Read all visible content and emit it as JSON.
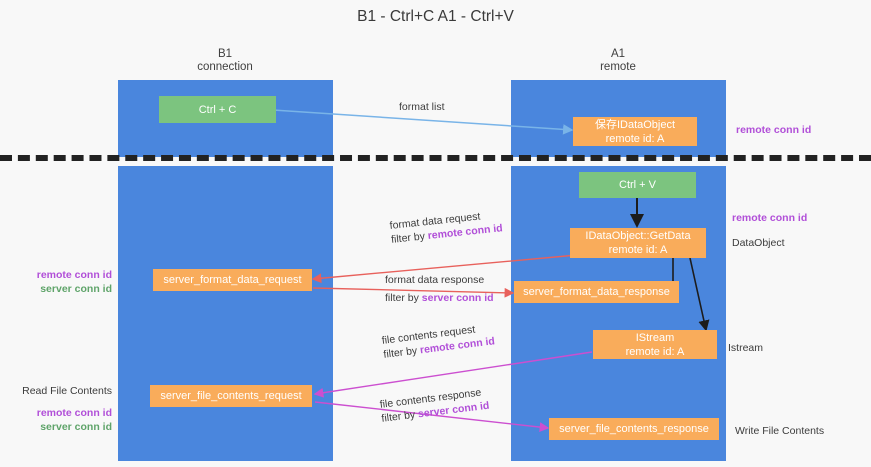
{
  "title": {
    "line1": "B1 - Ctrl+C",
    "line2": "A1 - Ctrl+V"
  },
  "columns": [
    {
      "name": "B1",
      "role": "connection"
    },
    {
      "name": "A1",
      "role": "remote"
    }
  ],
  "nodes": {
    "ctrl_c": {
      "line1": "Ctrl + C",
      "line2": "",
      "color": "#7cc47f"
    },
    "save_idataobject": {
      "line1": "保存IDataObject",
      "line2": "remote id: A",
      "color": "#f9ac5b"
    },
    "ctrl_v": {
      "line1": "Ctrl + V",
      "line2": "",
      "color": "#7cc47f"
    },
    "getdata": {
      "line1": "IDataObject::GetData",
      "line2": "remote id: A",
      "color": "#f9ac5b"
    },
    "fmt_req": {
      "line1": "server_format_data_request",
      "line2": "",
      "color": "#f9ac5b"
    },
    "fmt_resp": {
      "line1": "server_format_data_response",
      "line2": "",
      "color": "#f9ac5b"
    },
    "istream": {
      "line1": "IStream",
      "line2": "remote id: A",
      "color": "#f9ac5b"
    },
    "file_req": {
      "line1": "server_file_contents_request",
      "line2": "",
      "color": "#f9ac5b"
    },
    "file_resp": {
      "line1": "server_file_contents_response",
      "line2": "",
      "color": "#f9ac5b"
    }
  },
  "edge_labels": {
    "format_list": {
      "text": "format list"
    },
    "fmt_req_l1": {
      "text": "format data request"
    },
    "fmt_req_l2_pre": {
      "text": "filter by "
    },
    "fmt_req_l2_key": {
      "text": "remote conn id"
    },
    "fmt_resp_l1": {
      "text": "format data response"
    },
    "fmt_resp_l2_pre": {
      "text": "filter by "
    },
    "fmt_resp_l2_key": {
      "text": "server conn id"
    },
    "file_req_l1": {
      "text": "file contents request"
    },
    "file_req_l2_pre": {
      "text": "filter by "
    },
    "file_req_l2_key": {
      "text": "remote conn id"
    },
    "file_resp_l1": {
      "text": "file contents response"
    },
    "file_resp_l2_pre": {
      "text": "filter by "
    },
    "file_resp_l2_key": {
      "text": "server conn id"
    }
  },
  "side_labels": {
    "right_remote_conn_top": "remote conn id",
    "right_remote_conn_mid": "remote conn id",
    "right_dataobject": "DataObject",
    "right_istream": "Istream",
    "right_write_file": "Write File Contents",
    "left_remote_conn_mid": "remote conn id",
    "left_server_conn_mid": "server conn id",
    "left_read_file": "Read File Contents",
    "left_remote_conn_bot": "remote conn id",
    "left_server_conn_bot": "server conn id"
  },
  "colors": {
    "lane": "#4a86dd",
    "green_node": "#7cc47f",
    "orange_node": "#f9ac5b",
    "purple_key": "#b14fd8",
    "green_key": "#5fa46a",
    "arrow_blue": "#79b4e8",
    "arrow_red": "#e8615c",
    "arrow_magenta": "#cc4fd0",
    "arrow_black": "#1c1c1c",
    "background": "#f8f8f8"
  }
}
